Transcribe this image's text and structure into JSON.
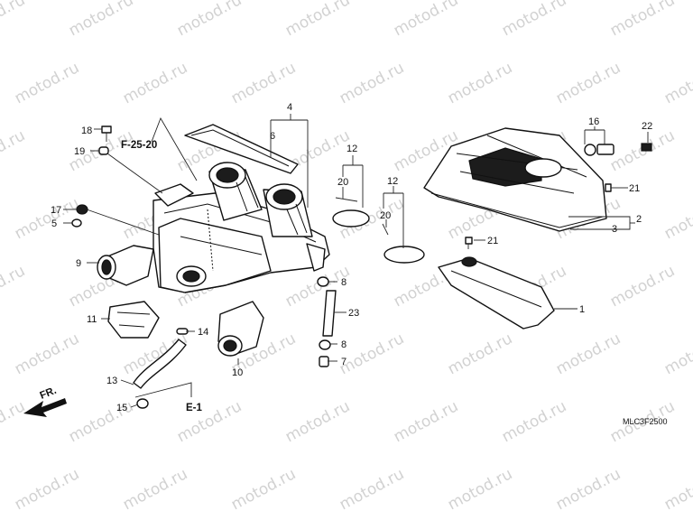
{
  "watermark": "motod.ru",
  "diagram_code": "MLC3F2500",
  "front_indicator": "FR.",
  "refs": {
    "f": "F-25-20",
    "e": "E-1"
  },
  "labels": [
    "1",
    "2",
    "3",
    "4",
    "5",
    "6",
    "7",
    "8",
    "8",
    "9",
    "10",
    "11",
    "12",
    "12",
    "13",
    "14",
    "15",
    "16",
    "17",
    "18",
    "19",
    "20",
    "20",
    "21",
    "21",
    "22",
    "23"
  ]
}
